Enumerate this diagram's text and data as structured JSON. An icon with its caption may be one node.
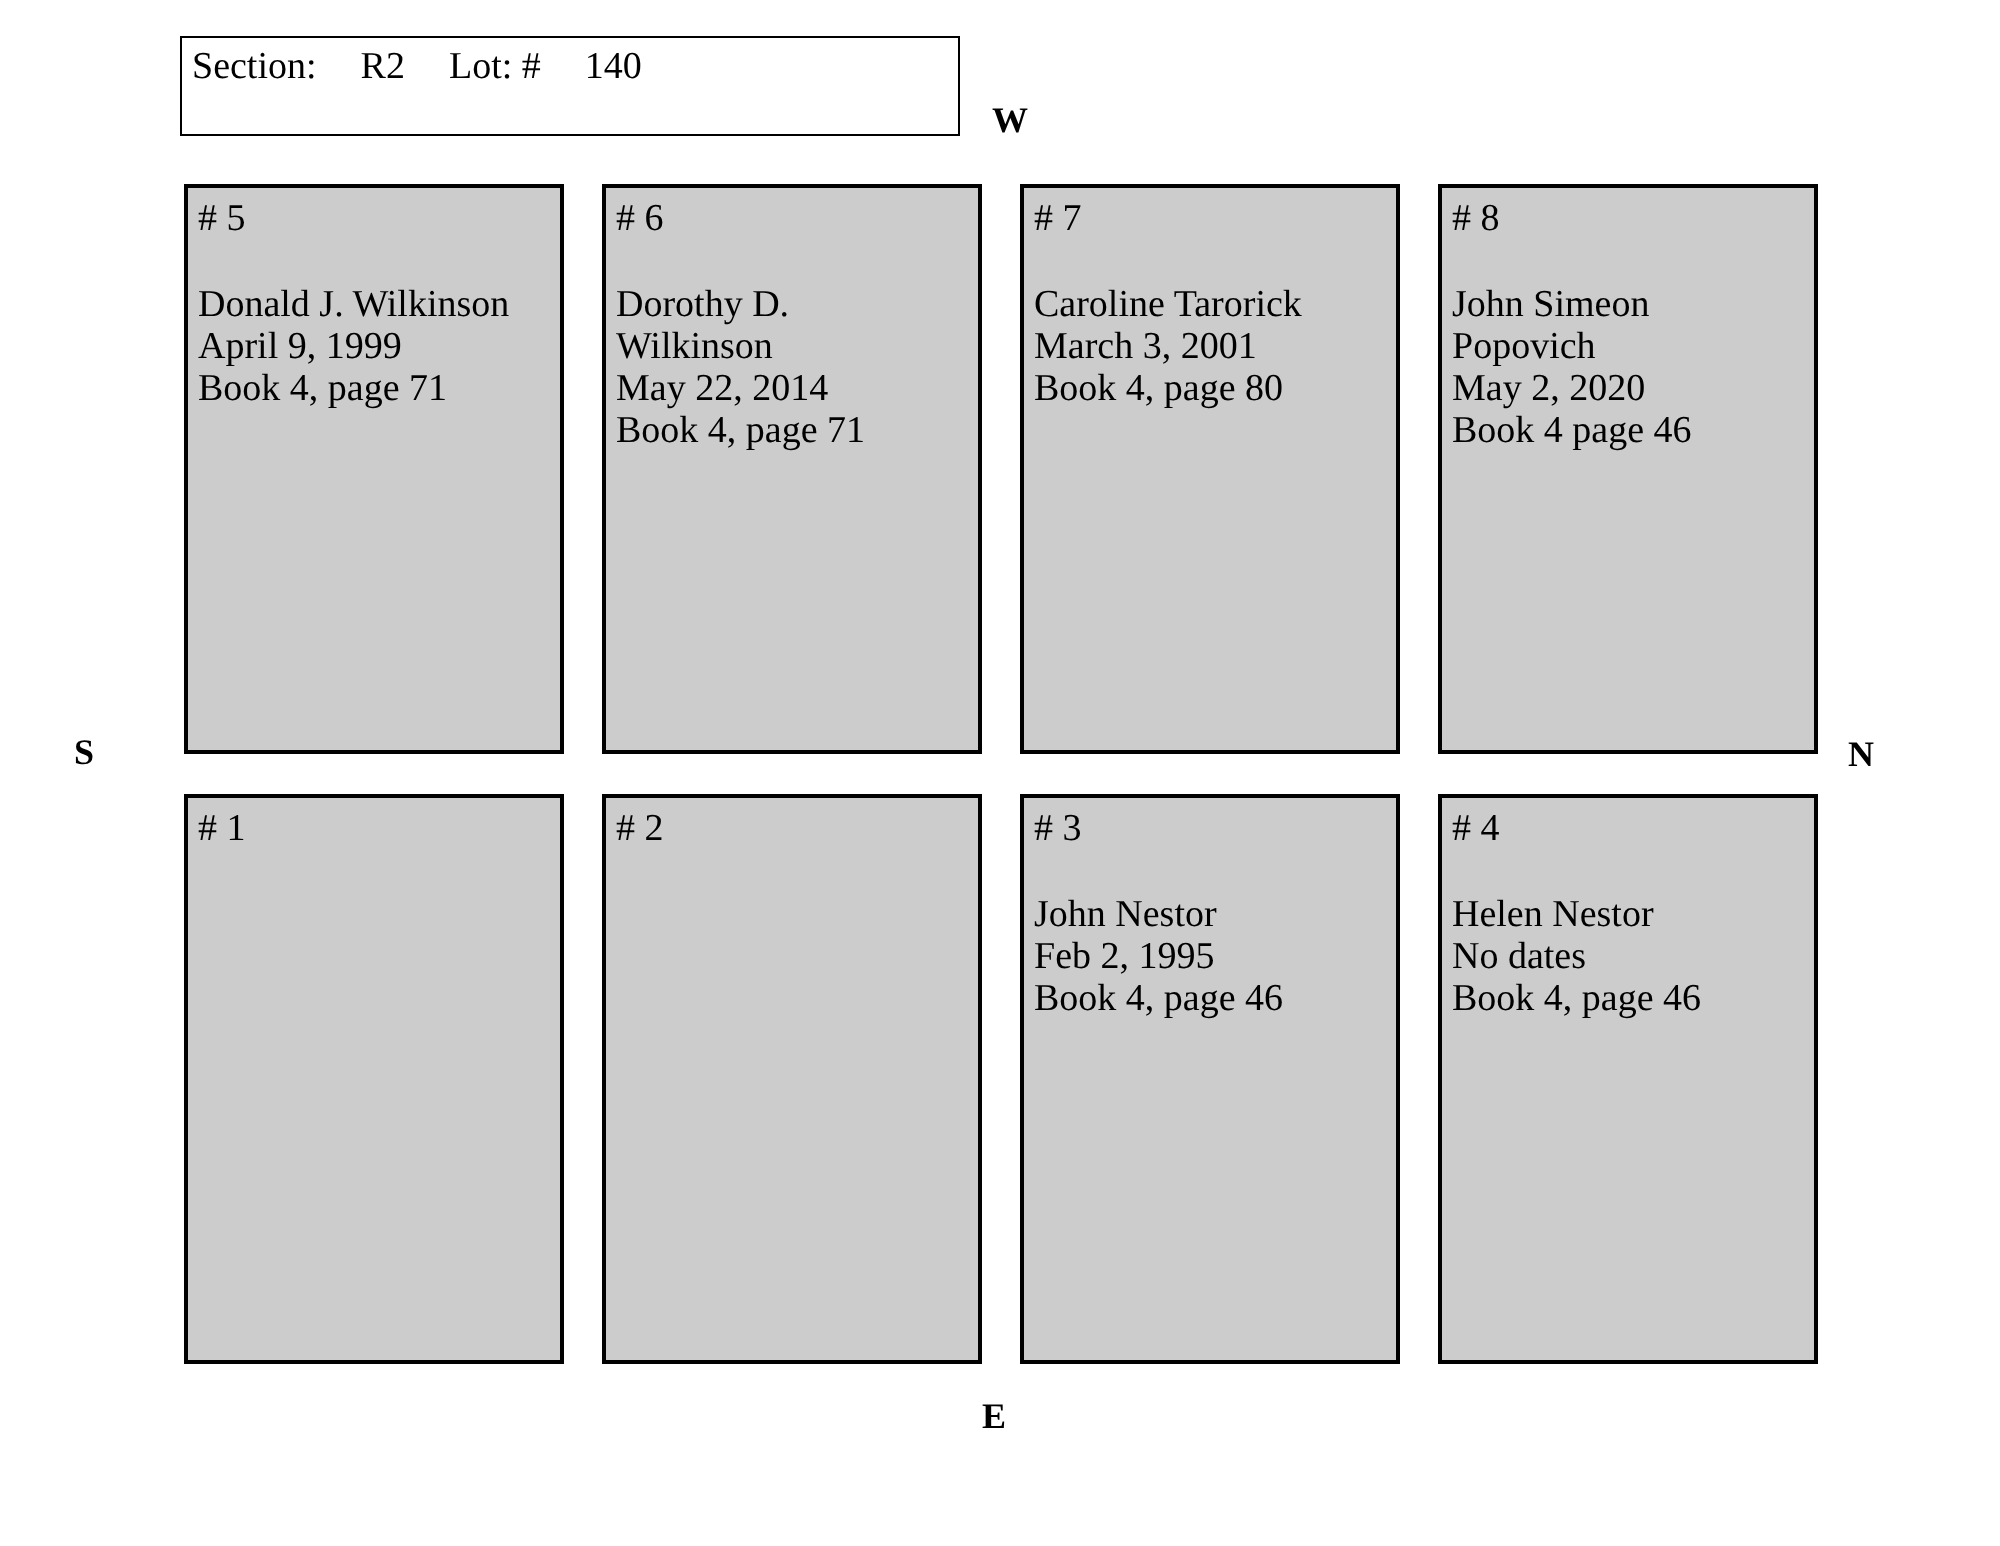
{
  "diagram": {
    "nodes": [
      {
        "text": [
          "Section:",
          "R2",
          "Lot: #",
          "140"
        ]
      },
      {
        "text": [
          "# 5",
          "Donald J. Wilkinson",
          "April 9, 1999",
          "Book 4, page 71"
        ]
      },
      {
        "text": [
          "# 6",
          "Dorothy D. Wilkinson",
          "May 22, 2014",
          "Book 4, page 71"
        ]
      },
      {
        "text": [
          "# 7",
          "Caroline Tarorick",
          "March 3, 2001",
          "Book 4, page 80"
        ]
      },
      {
        "text": [
          "# 8",
          "John Simeon Popovich",
          "May 2, 2020",
          "Book 4 page 46"
        ]
      },
      {
        "text": [
          "# 1"
        ]
      },
      {
        "text": [
          "# 2"
        ]
      },
      {
        "text": [
          "# 3",
          "John Nestor",
          "Feb 2, 1995",
          "Book 4, page 46"
        ]
      },
      {
        "text": [
          "# 4",
          "Helen Nestor",
          "No dates",
          "Book 4, page 46"
        ]
      }
    ],
    "edges": [],
    "labels": [
      "W",
      "S",
      "N",
      "E"
    ]
  }
}
